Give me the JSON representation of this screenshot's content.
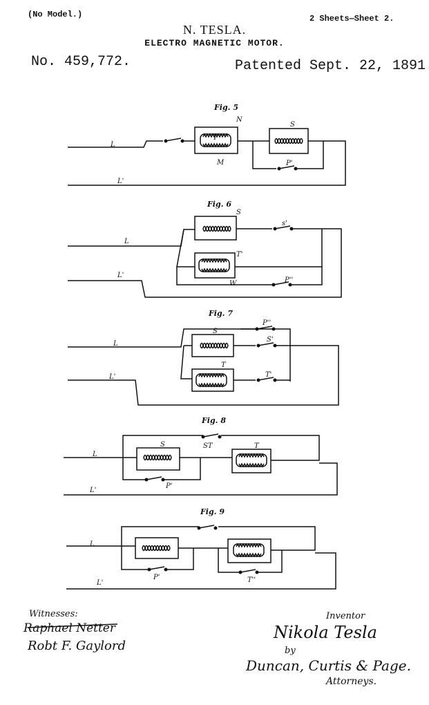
{
  "header": {
    "model_note": "(No Model.)",
    "sheets": "2 Sheets—Sheet 2.",
    "inventor_name": "N. TESLA.",
    "title": "ELECTRO MAGNETIC MOTOR.",
    "patent_number": "No. 459,772.",
    "patent_date": "Patented Sept. 22, 1891."
  },
  "figures": {
    "fig5": {
      "caption": "Fig. 5",
      "labels": [
        "L",
        "L'",
        "T",
        "N",
        "M",
        "S",
        "P'"
      ]
    },
    "fig6": {
      "caption": "Fig. 6",
      "labels": [
        "L",
        "L'",
        "S",
        "s'",
        "T'",
        "W",
        "P''"
      ]
    },
    "fig7": {
      "caption": "Fig. 7",
      "labels": [
        "L",
        "L'",
        "S",
        "T",
        "P''",
        "S'",
        "T'"
      ]
    },
    "fig8": {
      "caption": "Fig. 8",
      "labels": [
        "L",
        "L'",
        "S",
        "ST",
        "T",
        "P'"
      ]
    },
    "fig9": {
      "caption": "Fig. 9",
      "labels": [
        "L",
        "L'",
        "P'",
        "T''"
      ]
    }
  },
  "footer": {
    "witnesses_label": "Witnesses:",
    "witness_1": "Raphael Netter",
    "witness_2": "Robt F. Gaylord",
    "inventor_label": "Inventor",
    "inventor_signature": "Nikola Tesla",
    "by": "by",
    "attorneys_signature": "Duncan, Curtis & Page.",
    "attorneys_label": "Attorneys."
  }
}
